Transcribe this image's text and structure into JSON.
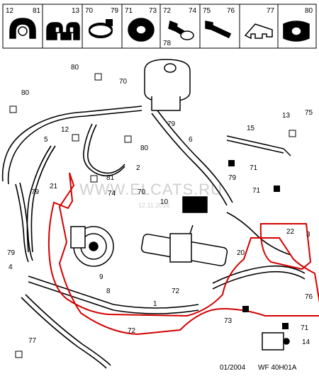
{
  "parts_strip": [
    {
      "left": "12",
      "right": "81",
      "icon": "p-clip-icon"
    },
    {
      "left": "",
      "right": "13",
      "icon": "double-clip-icon"
    },
    {
      "left": "70",
      "right": "79",
      "icon": "hose-clamp-icon"
    },
    {
      "left": "71",
      "right": "73",
      "icon": "grommet-icon"
    },
    {
      "left": "72",
      "right": "74",
      "bottom": "78",
      "icon": "bolt-washer-icon"
    },
    {
      "left": "75",
      "right": "76",
      "icon": "screw-icon"
    },
    {
      "left": "",
      "right": "77",
      "icon": "bracket-clip-icon"
    },
    {
      "left": "",
      "right": "80",
      "icon": "rubber-mount-icon"
    }
  ],
  "callouts": {
    "c80a": "80",
    "c80b": "80",
    "c70": "70",
    "c79a": "79",
    "c12": "12",
    "c5": "5",
    "c80c": "80",
    "c6": "6",
    "c81": "81",
    "c2": "2",
    "c21": "21",
    "c74": "74",
    "c70b": "70",
    "c79b": "79",
    "c10": "10",
    "c15": "15",
    "c13": "13",
    "c75": "75",
    "c71a": "71",
    "c79c": "79",
    "c71b": "71",
    "c22": "22",
    "c3": "3",
    "c20": "20",
    "c79d": "79",
    "c4": "4",
    "c9": "9",
    "c8": "8",
    "c72a": "72",
    "c1": "1",
    "c76": "76",
    "c73": "73",
    "c72b": "72",
    "c71c": "71",
    "c14": "14",
    "c77": "77"
  },
  "watermark": {
    "main": "WWW.ELCATS.RU",
    "sub": "12.11.2016"
  },
  "footer": {
    "date": "01/2004",
    "ref": "WF 40H01A"
  }
}
